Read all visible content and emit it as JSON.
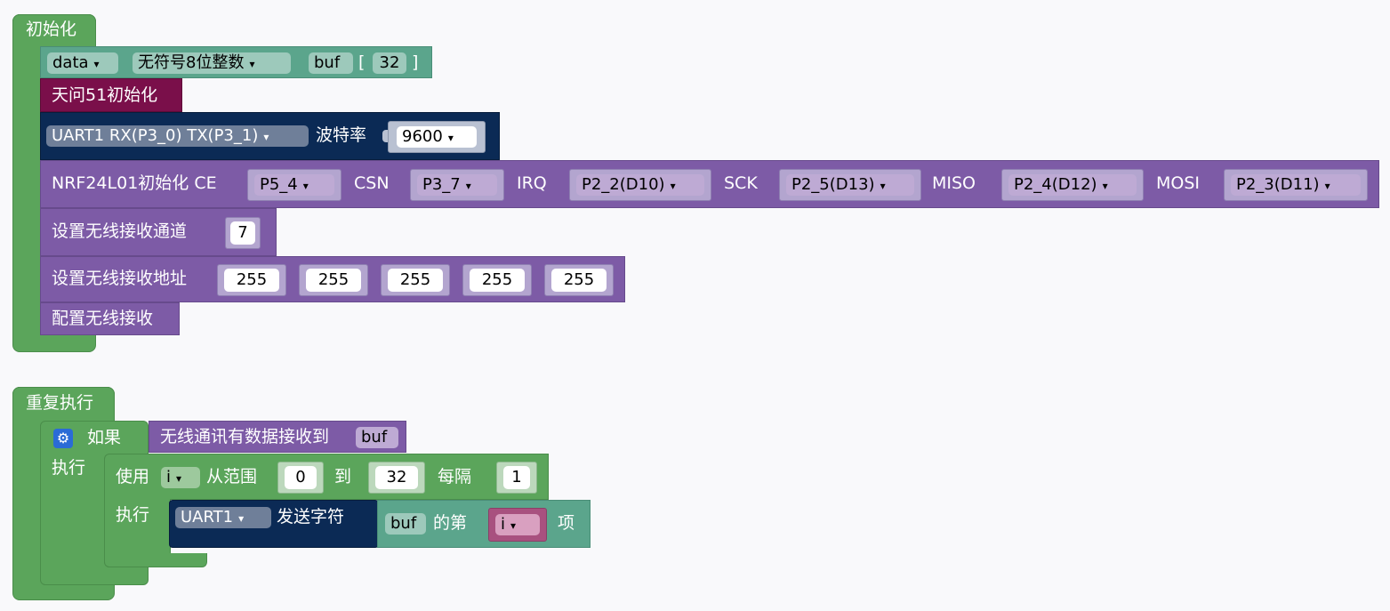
{
  "init": {
    "hat_label": "初始化",
    "declare": {
      "type_dropdown": "data",
      "datatype_dropdown": "无符号8位整数",
      "var_name": "buf",
      "bracket_open": "[",
      "size": "32",
      "bracket_close": "]"
    },
    "tianwen_init": "天问51初始化",
    "uart": {
      "port_dropdown": "UART1 RX(P3_0) TX(P3_1)",
      "baud_label": "波特率",
      "baud_dropdown": "9600"
    },
    "nrf": {
      "label": "NRF24L01初始化 CE",
      "ce": "P5_4",
      "csn_label": "CSN",
      "csn": "P3_7",
      "irq_label": "IRQ",
      "irq": "P2_2(D10)",
      "sck_label": "SCK",
      "sck": "P2_5(D13)",
      "miso_label": "MISO",
      "miso": "P2_4(D12)",
      "mosi_label": "MOSI",
      "mosi": "P2_3(D11)"
    },
    "channel": {
      "label": "设置无线接收通道",
      "value": "7"
    },
    "address": {
      "label": "设置无线接收地址",
      "values": [
        "255",
        "255",
        "255",
        "255",
        "255"
      ]
    },
    "config": "配置无线接收"
  },
  "loop": {
    "hat_label": "重复执行",
    "if_label": "如果",
    "do_label": "执行",
    "condition": {
      "label": "无线通讯有数据接收到",
      "var": "buf"
    },
    "for": {
      "use_label": "使用",
      "var_dropdown": "i",
      "from_label": "从范围",
      "from": "0",
      "to_label": "到",
      "to": "32",
      "step_label": "每隔",
      "step": "1",
      "do_label": "执行"
    },
    "send": {
      "port_dropdown": "UART1",
      "label": "发送字符",
      "array_var": "buf",
      "of_label": "的第",
      "index_dropdown": "i",
      "item_label": "项"
    }
  },
  "colors": {
    "loops": "#5ba55b",
    "variables": "#5ba58c",
    "board": "#7a0f4a",
    "serial": "#0b2a55",
    "wireless": "#7d5ba6",
    "list_index": "#a8517f"
  },
  "icons": {
    "gear": "gear-icon",
    "dropdown": "dropdown-arrow-icon"
  }
}
